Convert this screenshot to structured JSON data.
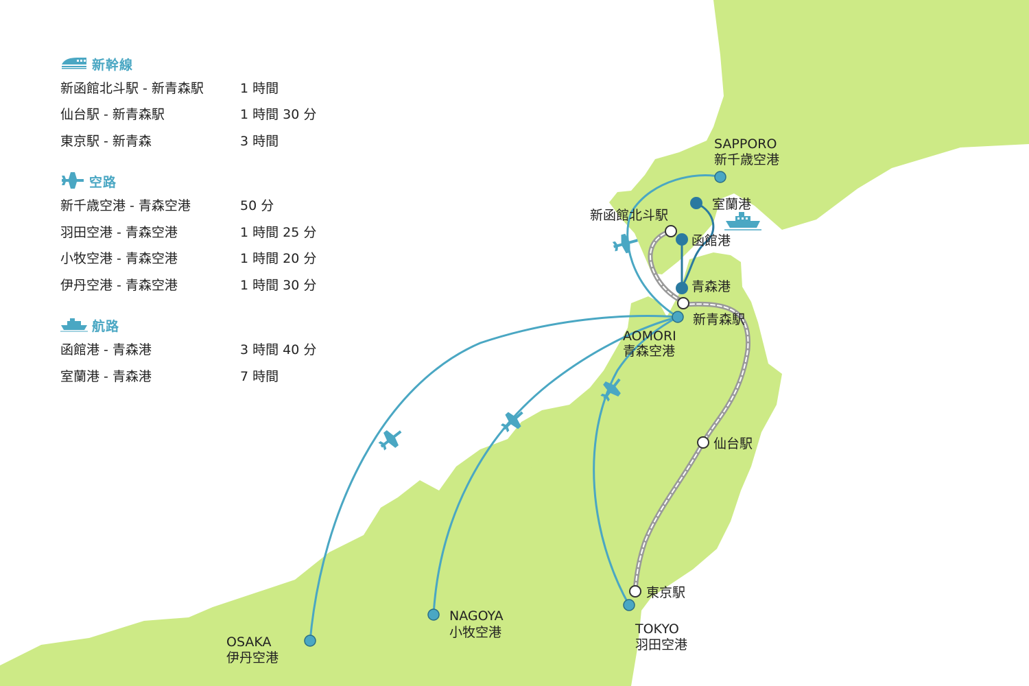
{
  "legend": {
    "shinkansen": {
      "title": "新幹線",
      "icon": "shinkansen-train-icon",
      "rows": [
        {
          "route": "新函館北斗駅 - 新青森駅",
          "time": "1 時間"
        },
        {
          "route": "仙台駅 - 新青森駅",
          "time": "1 時間 30 分"
        },
        {
          "route": "東京駅 - 新青森",
          "time": "3 時間"
        }
      ]
    },
    "air": {
      "title": "空路",
      "icon": "airplane-icon",
      "rows": [
        {
          "route": "新千歳空港 - 青森空港",
          "time": "50 分"
        },
        {
          "route": "羽田空港 - 青森空港",
          "time": "1 時間 25 分"
        },
        {
          "route": "小牧空港 - 青森空港",
          "time": "1 時間 20 分"
        },
        {
          "route": "伊丹空港 - 青森空港",
          "time": "1 時間 30 分"
        }
      ]
    },
    "sea": {
      "title": "航路",
      "icon": "ferry-ship-icon",
      "rows": [
        {
          "route": "函館港 - 青森港",
          "time": "3 時間 40 分"
        },
        {
          "route": "室蘭港 - 青森港",
          "time": "7 時間"
        }
      ]
    }
  },
  "map": {
    "labels": {
      "sapporo_en": "SAPPORO",
      "sapporo_jp": "新千歳空港",
      "muroran": "室蘭港",
      "shinhakodate": "新函館北斗駅",
      "hakodate_port": "函館港",
      "aomori_port": "青森港",
      "shinaomori": "新青森駅",
      "aomori_en": "AOMORI",
      "aomori_jp": "青森空港",
      "sendai": "仙台駅",
      "tokyo_station": "東京駅",
      "tokyo_en": "TOKYO",
      "tokyo_jp": "羽田空港",
      "nagoya_en": "NAGOYA",
      "nagoya_jp": "小牧空港",
      "osaka_en": "OSAKA",
      "osaka_jp": "伊丹空港"
    },
    "icons": [
      "airplane-icon",
      "ferry-ship-icon"
    ],
    "colors": {
      "land": "#cdea86",
      "air_route": "#4aa7c3",
      "sea_route": "#2a7aa0",
      "rail": "#999999",
      "accent": "#4aa7c3"
    }
  }
}
